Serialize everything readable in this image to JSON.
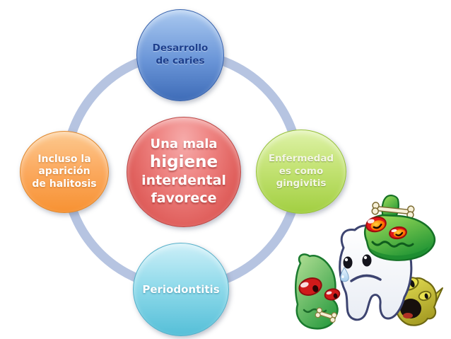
{
  "diagram": {
    "center": {
      "lines": [
        "Una mala",
        "higiene",
        "interdental",
        "favorece"
      ],
      "fill": "#e0605d",
      "text_color": "#ffffff"
    },
    "nodes": {
      "top": {
        "label": "Desarrollo\nde caries",
        "fill": "#5b8ad0",
        "text_color": "#1c3e8c"
      },
      "right": {
        "label": "Enfermedad\nes como\ngingivitis",
        "fill": "#b4dd5e",
        "text_color": "#f4f6e6"
      },
      "bottom": {
        "label": "Periodontitis",
        "fill": "#6fcde2",
        "text_color": "#ffffff"
      },
      "left": {
        "label": "Incluso la\naparición\nde halitosis",
        "fill": "#f9a04b",
        "text_color": "#ffffff"
      }
    },
    "ring": {
      "color": "#b6c4e1"
    },
    "illustration": {
      "name": "sad-crying-tooth-with-germ-monsters"
    }
  }
}
